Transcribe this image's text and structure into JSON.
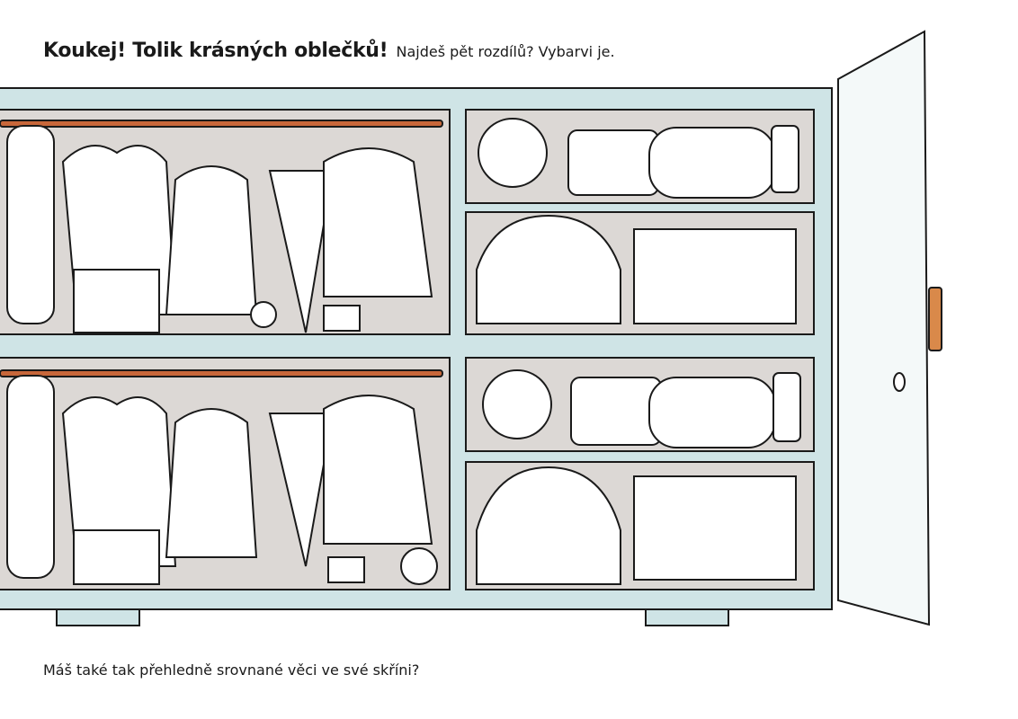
{
  "title": {
    "headline": "Koukej! Tolik krásných oblečků!",
    "instruction": "Najdeš pět rozdílů? Vybarvi je."
  },
  "footer": {
    "question": "Máš také tak přehledně srovnané věci ve své skříni?"
  },
  "colors": {
    "frame": "#cfe4e6",
    "interior": "#dcd8d5",
    "rod": "#c8673a",
    "outline": "#1a1a1a",
    "handle": "#d9894a"
  }
}
